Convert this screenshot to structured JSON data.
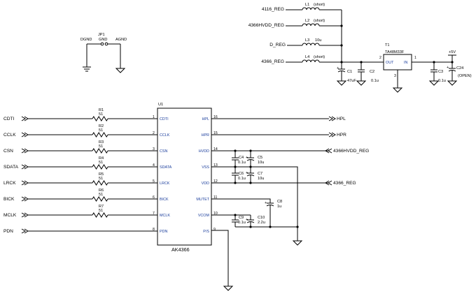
{
  "chip": {
    "ref": "U1",
    "name": "AK4366",
    "left_pins": [
      {
        "num": "1",
        "name": "CDTI"
      },
      {
        "num": "2",
        "name": "CCLK"
      },
      {
        "num": "3",
        "name": "CSN"
      },
      {
        "num": "4",
        "name": "SDATA"
      },
      {
        "num": "5",
        "name": "LRCK"
      },
      {
        "num": "6",
        "name": "BICK"
      },
      {
        "num": "7",
        "name": "MCLK"
      },
      {
        "num": "8",
        "name": "PDN"
      }
    ],
    "right_pins": [
      {
        "num": "16",
        "name": "HPL"
      },
      {
        "num": "15",
        "name": "HPR"
      },
      {
        "num": "14",
        "name": "HVDD"
      },
      {
        "num": "13",
        "name": "VSS"
      },
      {
        "num": "12",
        "name": "VDD"
      },
      {
        "num": "11",
        "name": "MUTET"
      },
      {
        "num": "10",
        "name": "VCOM"
      },
      {
        "num": "9",
        "name": "P/S"
      }
    ]
  },
  "inputs": [
    "CDTI",
    "CCLK",
    "CSN",
    "SDATA",
    "LRCK",
    "BICK",
    "MCLK",
    "PDN"
  ],
  "resistors": [
    {
      "ref": "R1",
      "value": "51"
    },
    {
      "ref": "R2",
      "value": "51"
    },
    {
      "ref": "R3",
      "value": "51"
    },
    {
      "ref": "R4",
      "value": "51"
    },
    {
      "ref": "R5",
      "value": "51"
    },
    {
      "ref": "R6",
      "value": "51"
    },
    {
      "ref": "R7",
      "value": "51"
    }
  ],
  "outputs": {
    "hpl": "HPL",
    "hpr": "HPR",
    "hvdd_reg": "4366HVDD_REG",
    "vdd_reg": "4366_REG"
  },
  "caps": {
    "c4": {
      "ref": "C4",
      "value": "0.1u"
    },
    "c5": {
      "ref": "C5",
      "value": "10u"
    },
    "c6": {
      "ref": "C6",
      "value": "0.1u"
    },
    "c7": {
      "ref": "C7",
      "value": "10u"
    },
    "c8": {
      "ref": "C8",
      "value": "1u"
    },
    "c9": {
      "ref": "C9",
      "value": "0.1u"
    },
    "c10": {
      "ref": "C10",
      "value": "2.2u"
    }
  },
  "jumper": {
    "ref": "JP1",
    "name": "GND",
    "left": "DGND",
    "right": "AGND"
  },
  "supply": {
    "inductors": [
      {
        "net": "4116_REG",
        "ref": "L1",
        "value": "(short)"
      },
      {
        "net": "4366HVDD_REG",
        "ref": "L2",
        "value": "(short)"
      },
      {
        "net": "D_REG",
        "ref": "L3",
        "value": "10u"
      },
      {
        "net": "4366_REG",
        "ref": "L4",
        "value": "(short)"
      }
    ],
    "c1": {
      "ref": "C1",
      "value": "47uF"
    },
    "c2": {
      "ref": "C2",
      "value": "0.1u"
    },
    "c3": {
      "ref": "C3",
      "value": "0.1u"
    },
    "c24": {
      "ref": "C24",
      "value": "(OPEN)"
    },
    "reg": {
      "ref": "T1",
      "part": "TA48M33F",
      "out": "OUT",
      "in": "IN",
      "p1": "1",
      "p2": "2",
      "p3": "3"
    },
    "vin": "+5V"
  }
}
